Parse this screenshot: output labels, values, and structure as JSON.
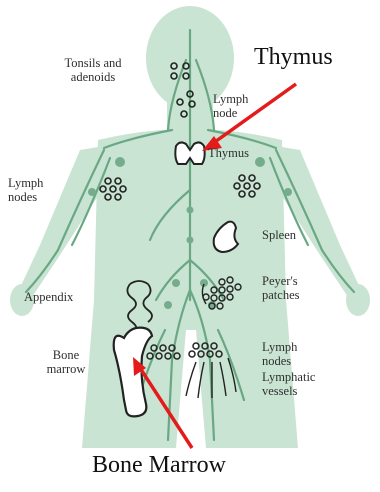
{
  "diagram": {
    "labels": {
      "tonsils": "Tonsils and\nadenoids",
      "lymph_node_upper": "Lymph\nnode",
      "thymus_small": "Thymus",
      "lymph_nodes_left": "Lymph\nnodes",
      "spleen": "Spleen",
      "peyers": "Peyer's\npatches",
      "appendix": "Appendix",
      "bone_marrow_small": "Bone\nmarrow",
      "lymph_nodes_lower": "Lymph\nnodes",
      "lymphatic_vessels": "Lymphatic\nvessels"
    },
    "callouts": {
      "thymus": "Thymus",
      "bone_marrow": "Bone Marrow"
    },
    "colors": {
      "body": "#c9e4d3",
      "vessel": "#6aa884",
      "node": "#75ad8c",
      "arrow": "#e31b1b",
      "ink": "#222222"
    }
  }
}
